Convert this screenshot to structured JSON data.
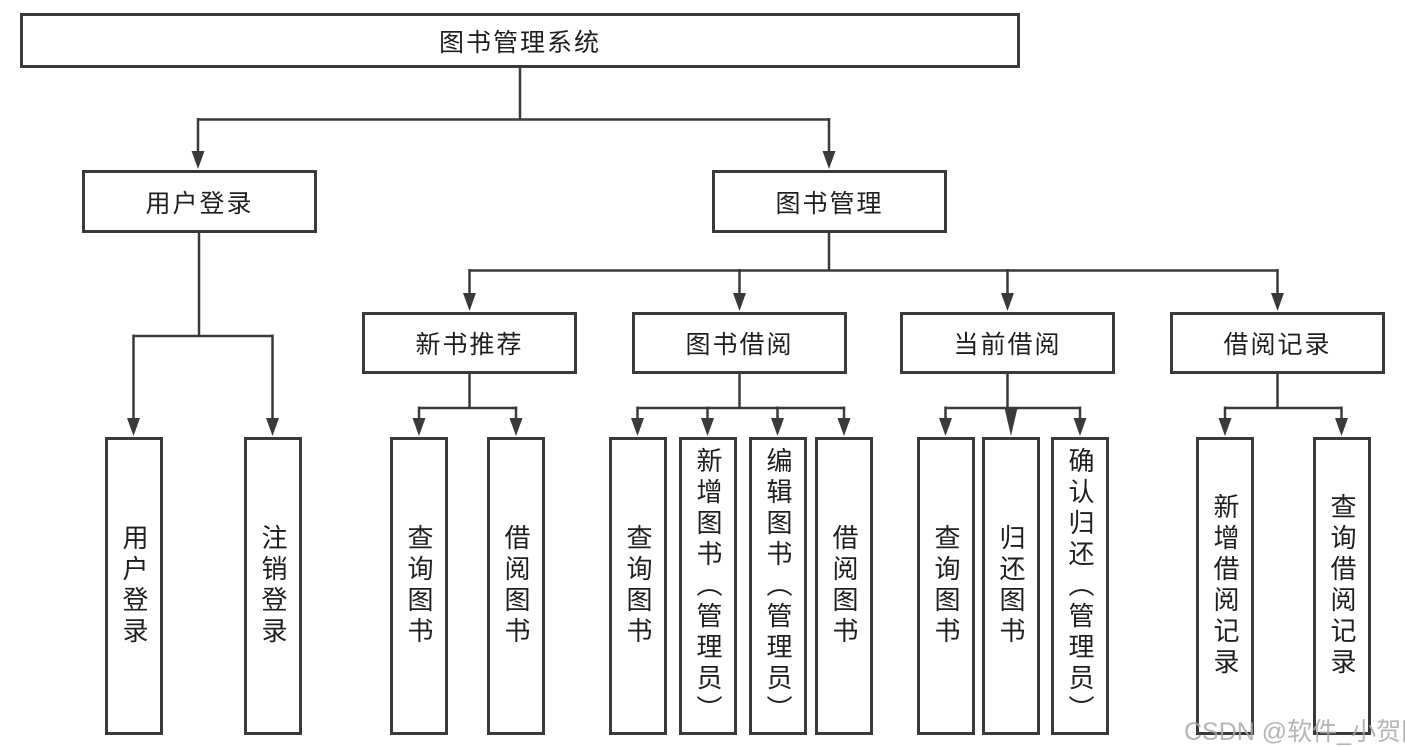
{
  "title": {
    "label": "图书管理系统"
  },
  "nodes": {
    "user_login": "用户登录",
    "book_management": "图书管理",
    "new_book_recommend": "新书推荐",
    "book_borrow": "图书借阅",
    "current_borrow": "当前借阅",
    "borrow_records": "借阅记录",
    "leaf_user_login": "用户登录",
    "leaf_logout": "注销登录",
    "leaf_query_book_recommend": "查询图书",
    "leaf_borrow_book_recommend": "借阅图书",
    "leaf_query_book_borrow": "查询图书",
    "leaf_add_book_admin": "新增图书（管理员）",
    "leaf_edit_book_admin": "编辑图书（管理员）",
    "leaf_borrow_book_borrow": "借阅图书",
    "leaf_query_book_current": "查询图书",
    "leaf_return_book": "归还图书",
    "leaf_confirm_return_admin": "确认归还（管理员）",
    "leaf_add_borrow_record": "新增借阅记录",
    "leaf_query_borrow_record": "查询借阅记录"
  },
  "watermark": "CSDN @软件_小贺同学",
  "colors": {
    "line": "#3a3a3a",
    "text": "#1f1f1f",
    "watermark": "#a9a9a9",
    "background": "#ffffff"
  }
}
